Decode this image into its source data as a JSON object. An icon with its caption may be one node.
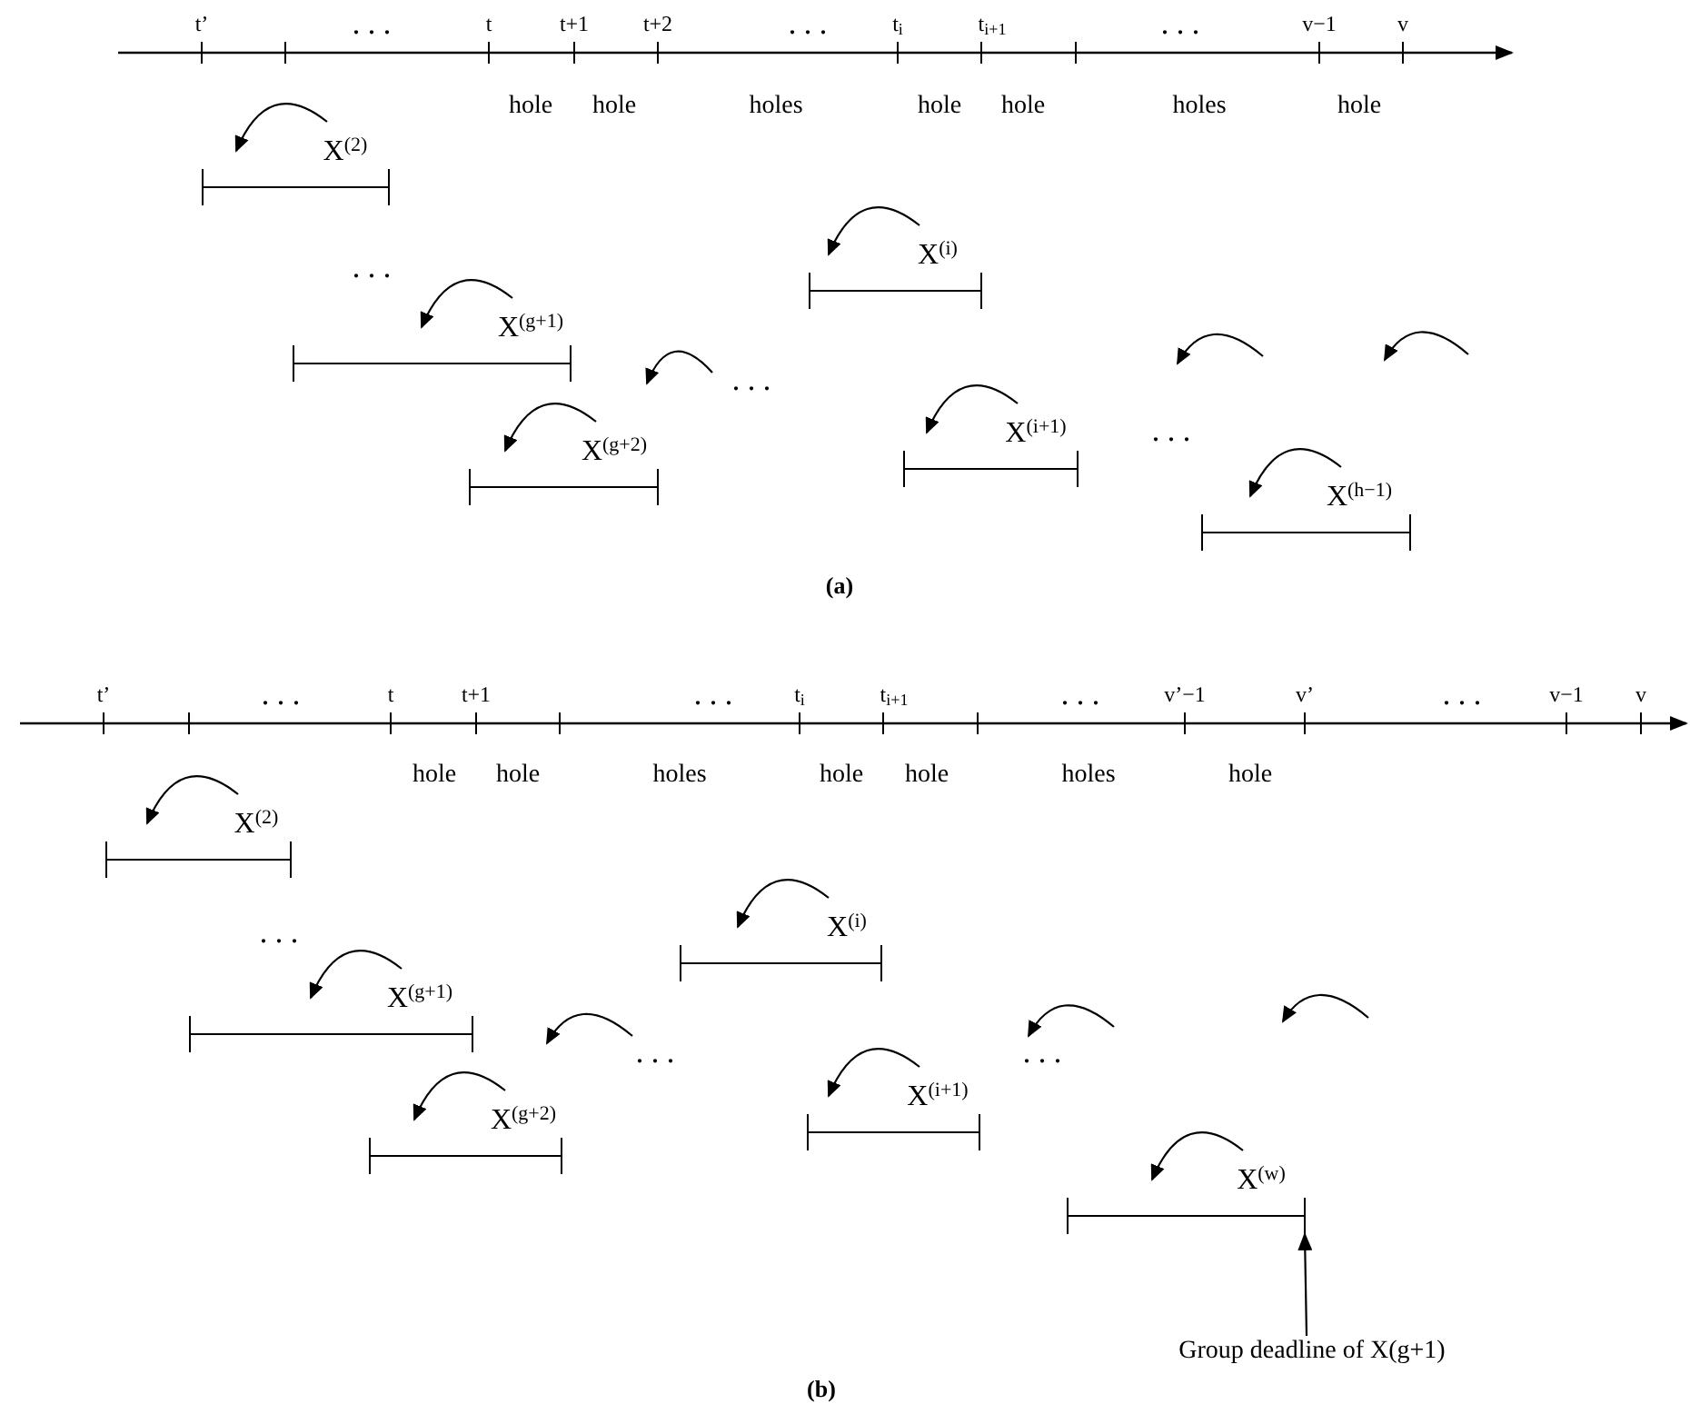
{
  "diagram": {
    "nodes": [
      {
        "text": [
          "X$^{(2)}$"
        ]
      },
      {
        "text": [
          "X$^{(g+1)}$"
        ]
      },
      {
        "text": [
          "X$^{(g+2)}$"
        ]
      },
      {
        "text": [
          "X$^{(i)}$"
        ]
      },
      {
        "text": [
          "X$^{(i+1)}$"
        ]
      },
      {
        "text": [
          "X$^{(h−1)}$"
        ]
      },
      {
        "text": [
          "X$^{(2)}$"
        ]
      },
      {
        "text": [
          "X$^{(g+1)}$"
        ]
      },
      {
        "text": [
          "X$^{(g+2)}$"
        ]
      },
      {
        "text": [
          "X$^{(i)}$"
        ]
      },
      {
        "text": [
          "X$^{(i+1)}$"
        ]
      },
      {
        "text": [
          "X$^{(w)}$"
        ]
      },
      {
        "text": [
          "Group deadline of X(g+1)"
        ]
      }
    ],
    "edges": [
      {
        "from": 12,
        "to": 11,
        "arrow": "to"
      }
    ],
    "labels": [
      "t’",
      ". . .",
      "t",
      "t+1",
      "t+2",
      ". . .",
      "t$_{i}$",
      "t$_{i+1}$",
      ". . .",
      "v−1",
      "v",
      "hole",
      "hole",
      "holes",
      "hole",
      "hole",
      "holes",
      "hole",
      ". . .",
      ". . .",
      ". . .",
      "(a)",
      "t’",
      ". . .",
      "t",
      "t+1",
      ". . .",
      "t$_{i}$",
      "t$_{i+1}$",
      ". . .",
      "v’−1",
      "v’",
      ". . .",
      "v−1",
      "v",
      "hole",
      "hole",
      "holes",
      "hole",
      "hole",
      "holes",
      "hole",
      ". . .",
      ". . .",
      ". . .",
      "(b)"
    ]
  }
}
